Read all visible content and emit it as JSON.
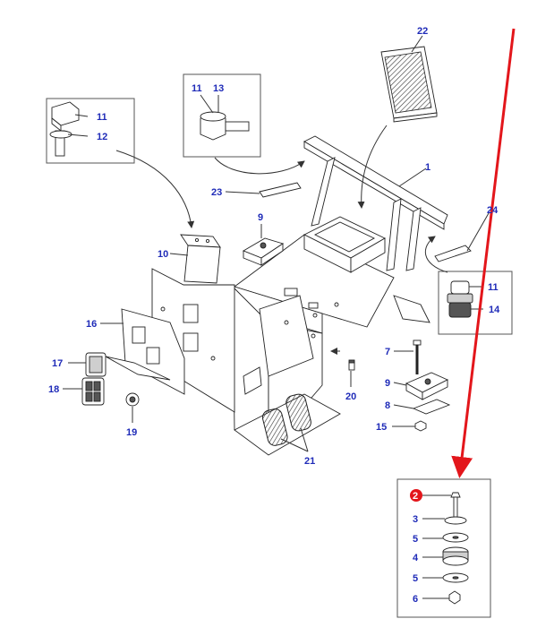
{
  "labels": {
    "l1": "1",
    "l2": "2",
    "l3": "3",
    "l4": "4",
    "l5a": "5",
    "l5b": "5",
    "l6": "6",
    "l7": "7",
    "l8": "8",
    "l9a": "9",
    "l9b": "9",
    "l10": "10",
    "l11a": "11",
    "l11b": "11",
    "l11c": "11",
    "l12": "12",
    "l13": "13",
    "l14": "14",
    "l15": "15",
    "l16": "16",
    "l17": "17",
    "l18": "18",
    "l19": "19",
    "l20": "20",
    "l21": "21",
    "l22": "22",
    "l23": "23",
    "l24": "24"
  },
  "colors": {
    "callout_text": "#1f2bb8",
    "highlight_arrow": "#e3161b",
    "highlight_badge": "#e3161b",
    "line_art": "#222222"
  }
}
